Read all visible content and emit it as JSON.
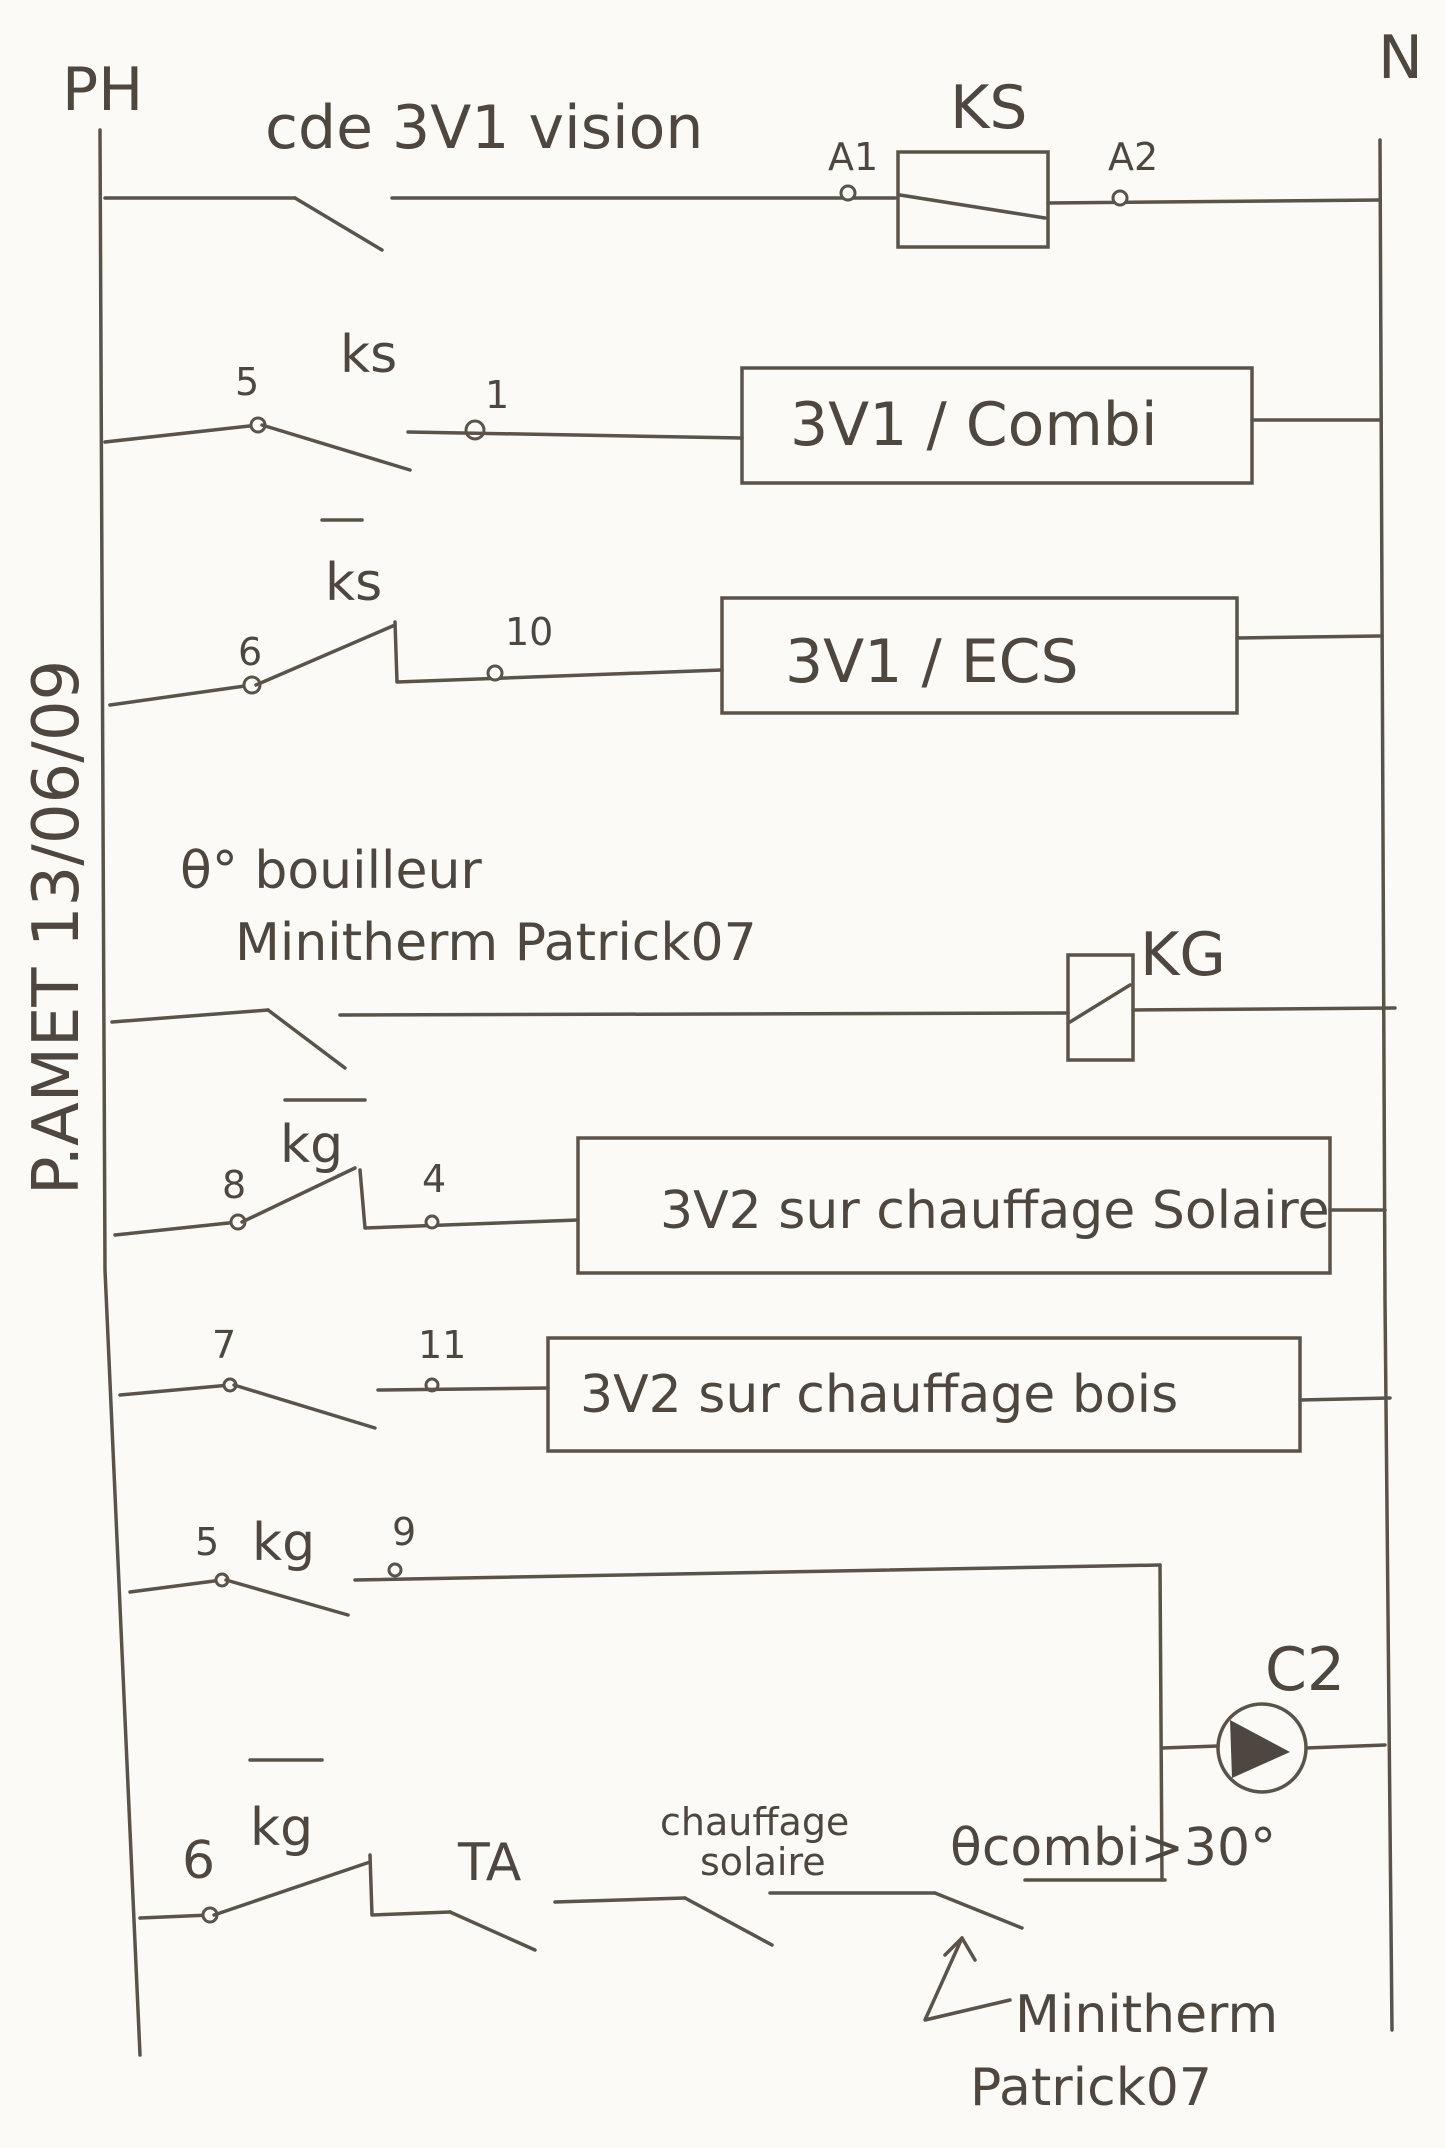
{
  "rails": {
    "phase": "PH",
    "neutral": "N"
  },
  "side_note": "P.AMET 13/06/09",
  "rung1": {
    "switch": "cde 3V1 vision",
    "coil": "KS",
    "term_a": "A1",
    "term_b": "A2"
  },
  "rung2": {
    "contact": "ks",
    "term_a": "5",
    "term_b": "1",
    "load": "3V1 / Combi"
  },
  "rung3": {
    "contact": "ks",
    "term_a": "6",
    "term_b": "10",
    "load": "3V1 / ECS"
  },
  "rung4": {
    "switch_line1": "θ° bouilleur",
    "switch_line2": "Minitherm Patrick07",
    "coil": "KG"
  },
  "rung5": {
    "contact": "kg",
    "term_a": "8",
    "term_b": "4",
    "load": "3V2 sur chauffage Solaire"
  },
  "rung6": {
    "term_a": "7",
    "term_b": "11",
    "load": "3V2 sur chauffage bois"
  },
  "rung7": {
    "contact": "kg",
    "term_a": "5",
    "term_b": "9"
  },
  "pump": {
    "label": "C2"
  },
  "rung8": {
    "contact": "kg",
    "term_a": "6",
    "ta": "TA",
    "solar_line1": "chauffage",
    "solar_line2": "solaire",
    "combi": "θcombi>30°",
    "note_line1": "Minitherm",
    "note_line2": "Patrick07"
  }
}
